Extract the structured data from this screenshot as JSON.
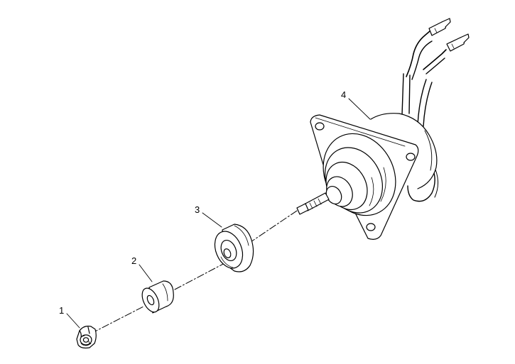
{
  "diagram": {
    "parts": [
      {
        "label": "1"
      },
      {
        "label": "2"
      },
      {
        "label": "3"
      },
      {
        "label": "4"
      }
    ],
    "line_color": "#000000",
    "background": "#ffffff"
  }
}
